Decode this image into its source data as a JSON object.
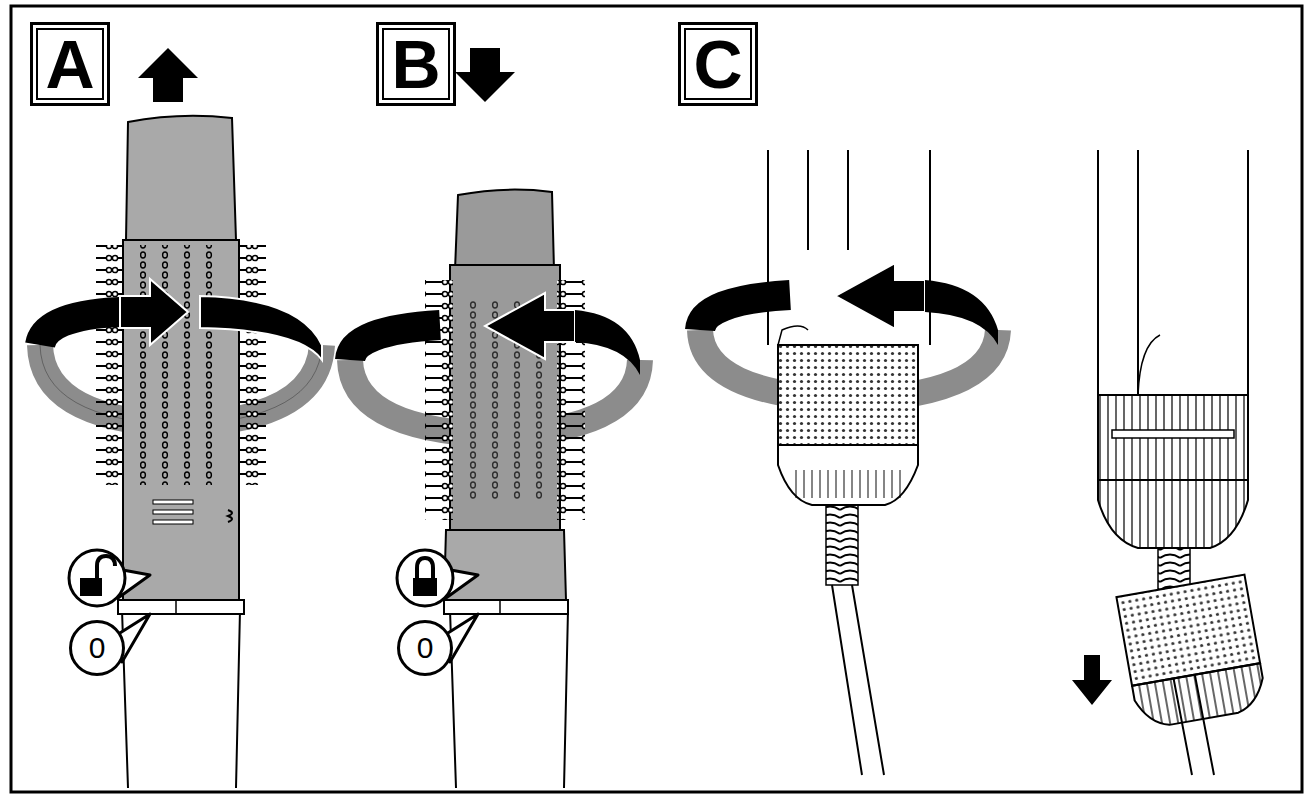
{
  "diagram": {
    "nodes": [
      {
        "text": [
          "A"
        ]
      },
      {
        "text": [
          "B"
        ]
      },
      {
        "text": [
          "C"
        ]
      },
      {
        "text": [
          "0"
        ]
      },
      {
        "text": [
          "0"
        ]
      }
    ]
  }
}
